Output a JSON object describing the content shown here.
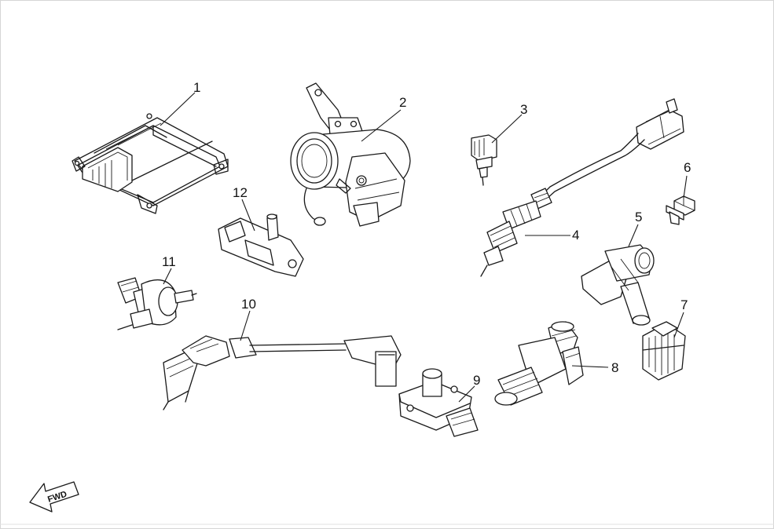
{
  "diagram": {
    "callouts": [
      "1",
      "2",
      "3",
      "4",
      "5",
      "6",
      "7",
      "8",
      "9",
      "10",
      "11",
      "12"
    ],
    "fwd_label": "FWD"
  },
  "parts": [
    {
      "callout": "1",
      "icon": "ecu-module-icon"
    },
    {
      "callout": "2",
      "icon": "throttle-body-icon"
    },
    {
      "callout": "3",
      "icon": "temperature-sensor-icon"
    },
    {
      "callout": "4",
      "icon": "oxygen-sensor-icon"
    },
    {
      "callout": "5",
      "icon": "elbow-fitting-icon"
    },
    {
      "callout": "6",
      "icon": "bolt-icon"
    },
    {
      "callout": "7",
      "icon": "connector-icon"
    },
    {
      "callout": "8",
      "icon": "fuel-injector-icon"
    },
    {
      "callout": "9",
      "icon": "pressure-sensor-icon"
    },
    {
      "callout": "10",
      "icon": "ignition-lead-icon"
    },
    {
      "callout": "11",
      "icon": "solenoid-valve-icon"
    },
    {
      "callout": "12",
      "icon": "map-sensor-icon"
    }
  ]
}
